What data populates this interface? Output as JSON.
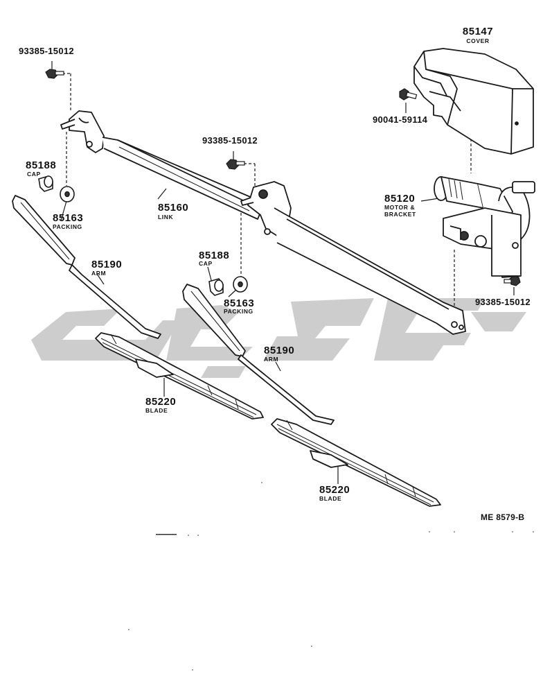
{
  "diagram": {
    "ref_code": "ME 8579-B",
    "colors": {
      "ink": "#1a1a1a",
      "watermark": "#c8c8c8"
    },
    "parts": {
      "bolt_top_left": {
        "number": "93385-15012"
      },
      "bolt_center": {
        "number": "93385-15012"
      },
      "bolt_right": {
        "number": "93385-15012"
      },
      "bolt_cover": {
        "number": "90041-59114"
      },
      "cover": {
        "number": "85147",
        "name": "COVER"
      },
      "motor": {
        "number": "85120",
        "name_line1": "MOTOR &",
        "name_line2": "BRACKET"
      },
      "link": {
        "number": "85160",
        "name": "LINK"
      },
      "cap_left": {
        "number": "85188",
        "name": "CAP"
      },
      "cap_center": {
        "number": "85188",
        "name": "CAP"
      },
      "packing_left": {
        "number": "85163",
        "name": "PACKING"
      },
      "packing_center": {
        "number": "85163",
        "name": "PACKING"
      },
      "arm_left": {
        "number": "85190",
        "name": "ARM"
      },
      "arm_right": {
        "number": "85190",
        "name": "ARM"
      },
      "blade_left": {
        "number": "85220",
        "name": "BLADE"
      },
      "blade_right": {
        "number": "85220",
        "name": "BLADE"
      }
    }
  }
}
